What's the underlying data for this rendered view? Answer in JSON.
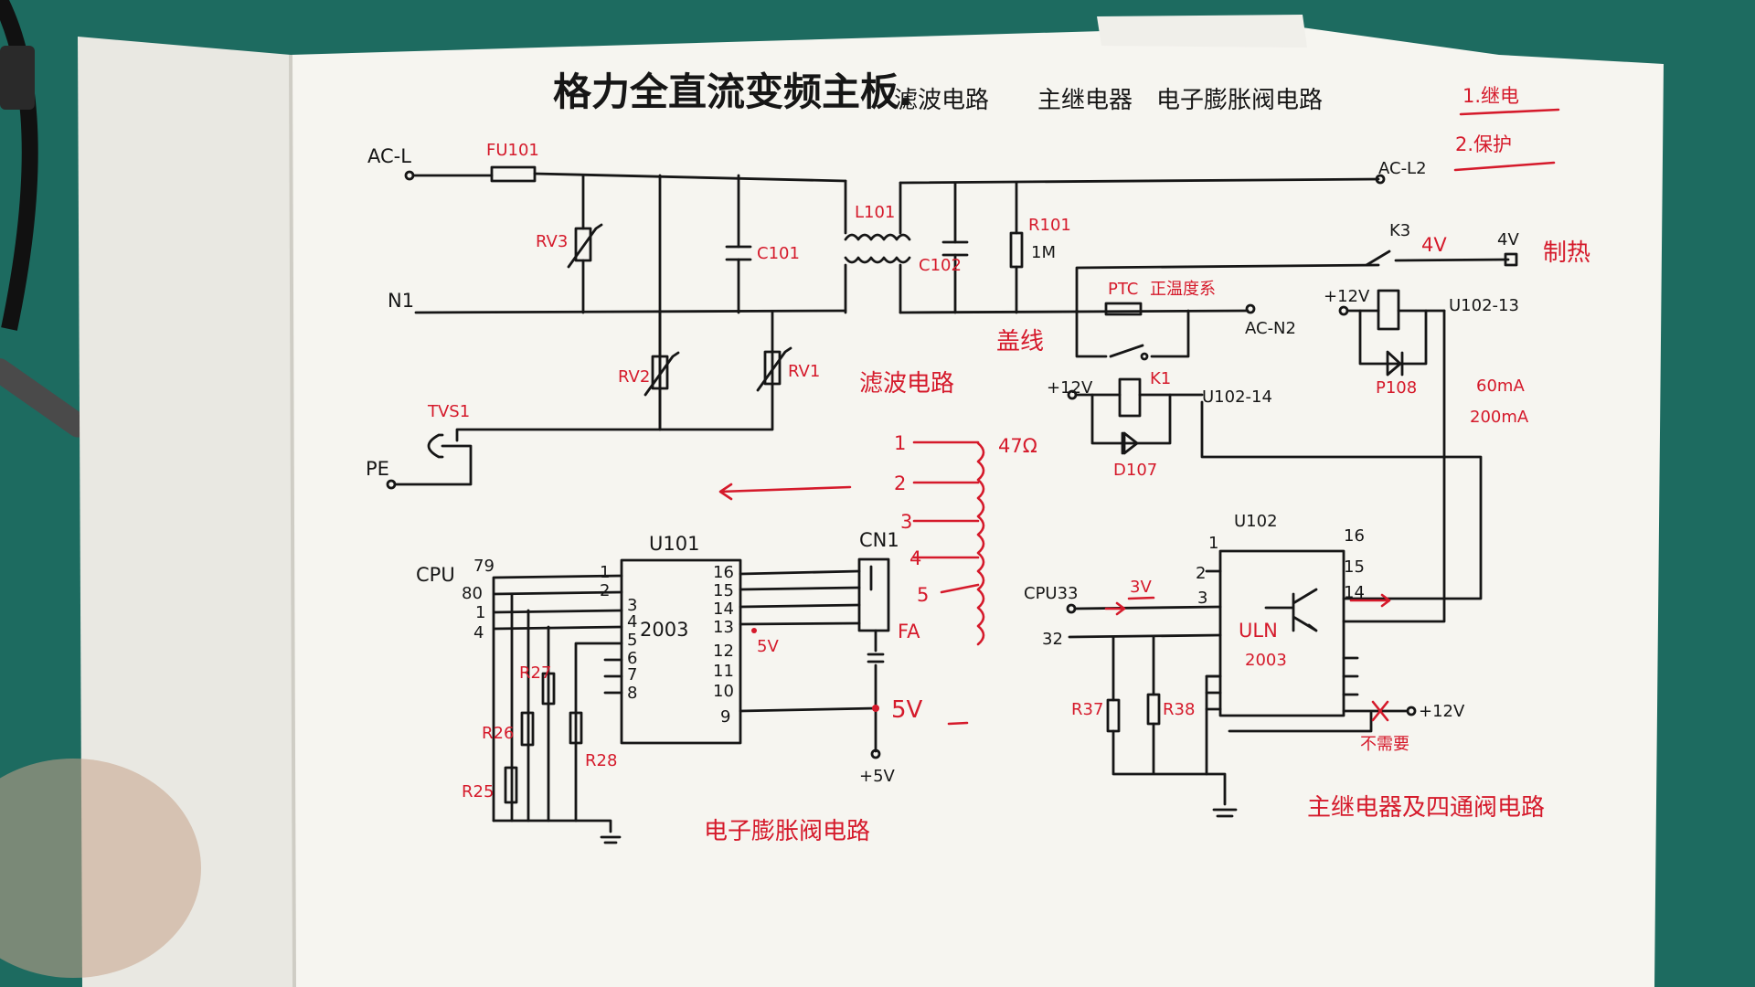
{
  "title": "格力全直流变频主板.",
  "subtitles": {
    "filter": "滤波电路",
    "relay": "主继电器",
    "eev": "电子膨胀阀电路"
  },
  "notes_right": {
    "n1": "1.继电",
    "n2": "2.保护"
  },
  "power": {
    "acl": "AC-L",
    "acl2": "AC-L2",
    "n": "N1",
    "pe": "PE",
    "fuse": "FU101",
    "rv3": "RV3",
    "rv2": "RV2",
    "rv1": "RV1",
    "c101": "C101",
    "c102": "C102",
    "l101": "L101",
    "r101": "R101",
    "r101_val": "1M",
    "tvs": "TVS1",
    "acn2": "AC-N2"
  },
  "relay": {
    "ptc": "PTC",
    "ptc_note": "正温度系",
    "k3": "K3",
    "k3_note": "4V",
    "v4": "4V",
    "heat": "制热",
    "plus12_a": "+12V",
    "u102_13": "U102-13",
    "p108": "P108",
    "k1": "K1",
    "plus12_b": "+12V",
    "u102_14": "U102-14",
    "d107": "D107",
    "red_left": "盖线",
    "current1": "60mA",
    "current2": "200mA"
  },
  "eev": {
    "filter_mid": "滤波电路",
    "coil_r": "47Ω",
    "pins": [
      "1",
      "2",
      "3",
      "4",
      "5"
    ],
    "u101": "U101",
    "chip": "2003",
    "cpu": "CPU",
    "cpu_pins": [
      "79",
      "80",
      "1",
      "4"
    ],
    "left_pins": [
      "1",
      "2",
      "3",
      "4",
      "5",
      "6",
      "7",
      "8"
    ],
    "right_pins": [
      "16",
      "15",
      "14",
      "13",
      "12",
      "11",
      "10",
      "9"
    ],
    "v5_a": "5V",
    "cn": "CN1",
    "fa": "FA",
    "v5_b": "5V",
    "plus5": "+5V",
    "r27": "R27",
    "r26": "R26",
    "r25": "R25",
    "r28": "R28",
    "bottom": "电子膨胀阀电路"
  },
  "uln": {
    "u102": "U102",
    "cpu33": "CPU33",
    "pin32": "32",
    "v3": "3V",
    "chip1": "ULN",
    "chip2": "2003",
    "r37": "R37",
    "r38": "R38",
    "pin1": "1",
    "pin2": "2",
    "pin3": "3",
    "pin16": "16",
    "pin15": "15",
    "pin14": "14",
    "plus12": "+12V",
    "note": "不需要",
    "bottom": "主继电器及四通阀电路"
  }
}
